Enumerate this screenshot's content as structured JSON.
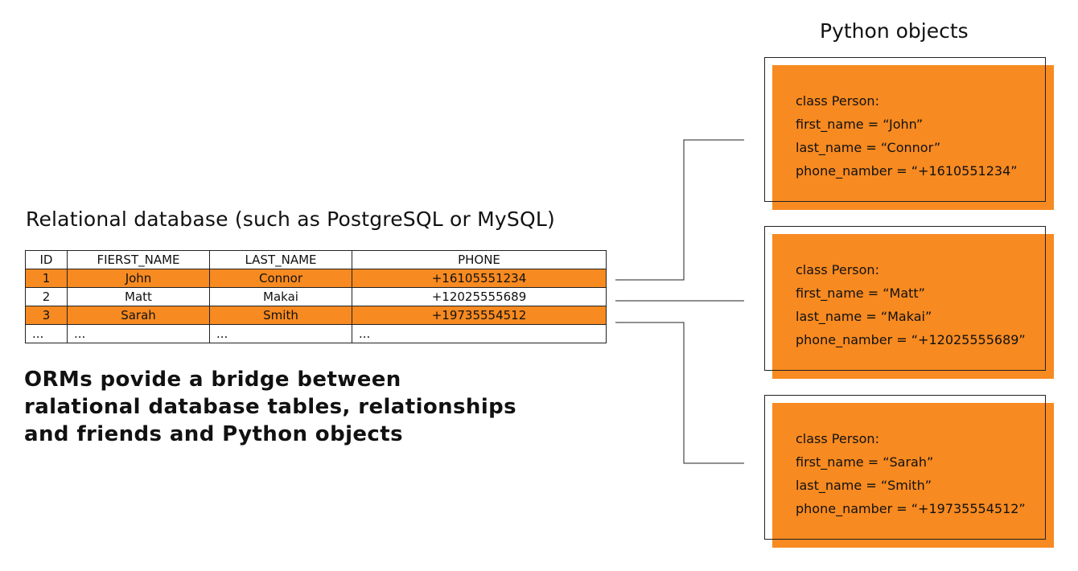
{
  "database": {
    "title": "Relational database (such as PostgreSQL or MySQL)",
    "columns": [
      "ID",
      "FIERST_NAME",
      "LAST_NAME",
      "PHONE"
    ],
    "rows": [
      {
        "id": "1",
        "first_name": "John",
        "last_name": "Connor",
        "phone": "+16105551234",
        "highlighted": true
      },
      {
        "id": "2",
        "first_name": "Matt",
        "last_name": "Makai",
        "phone": "+12025555689",
        "highlighted": false
      },
      {
        "id": "3",
        "first_name": "Sarah",
        "last_name": "Smith",
        "phone": "+19735554512",
        "highlighted": true
      }
    ],
    "ellipsis_row": [
      "...",
      "...",
      "...",
      "..."
    ]
  },
  "description": {
    "lines": [
      "ORMs povide a bridge between",
      "ralational database tables, relationships",
      "and friends and Python objects"
    ]
  },
  "python_objects": {
    "title": "Python objects",
    "objects": [
      {
        "class_line": "class Person:",
        "first_name_line": "first_name = “John”",
        "last_name_line": "last_name = “Connor”",
        "phone_line": "phone_namber = “+1610551234”"
      },
      {
        "class_line": "class Person:",
        "first_name_line": "first_name = “Matt”",
        "last_name_line": "last_name = “Makai”",
        "phone_line": "phone_namber = “+12025555689”"
      },
      {
        "class_line": "class Person:",
        "first_name_line": "first_name = “Sarah”",
        "last_name_line": "last_name = “Smith”",
        "phone_line": "phone_namber = “+19735554512”"
      }
    ]
  },
  "colors": {
    "accent": "#f78a21",
    "line": "#222222",
    "text": "#111111"
  }
}
